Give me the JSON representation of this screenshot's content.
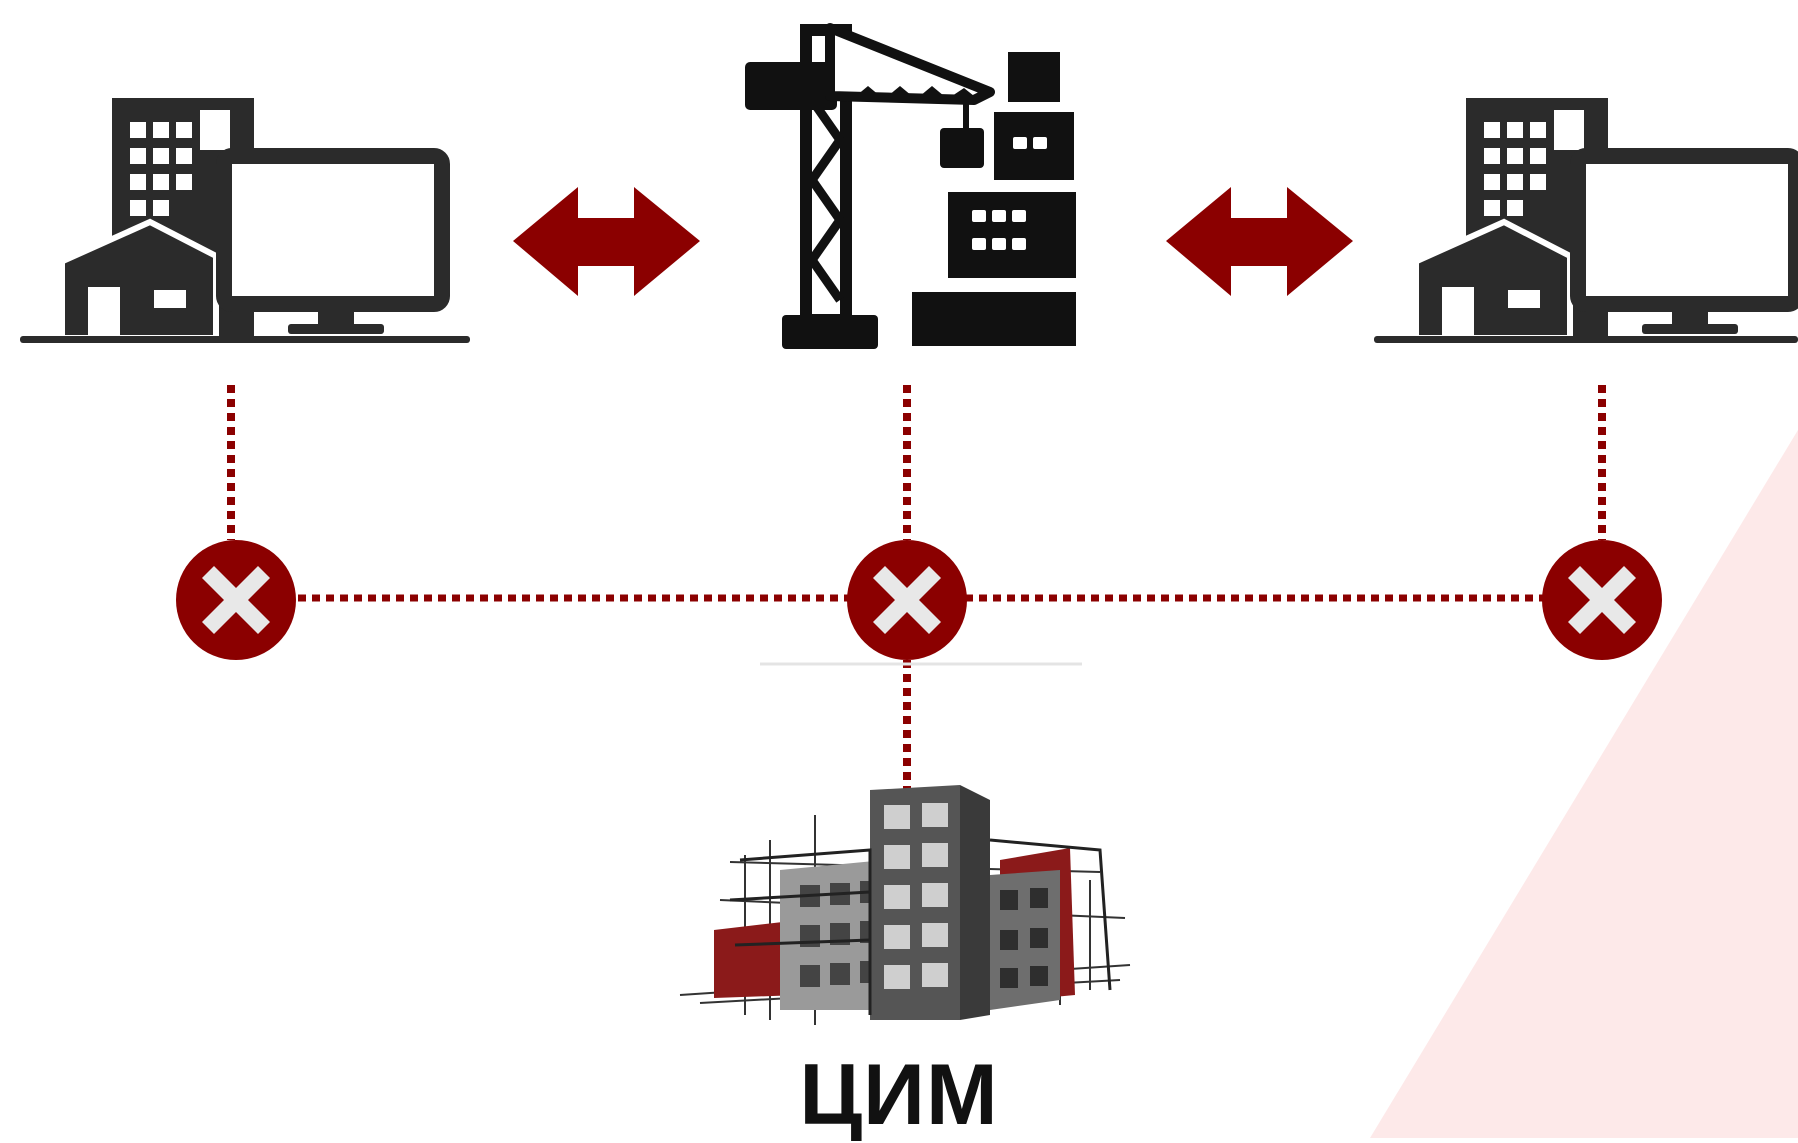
{
  "diagram": {
    "label": "ЦИМ",
    "nodes": [
      {
        "id": "office-left",
        "icon": "office-computer-icon"
      },
      {
        "id": "construction-site",
        "icon": "crane-construction-icon"
      },
      {
        "id": "office-right",
        "icon": "office-computer-icon"
      },
      {
        "id": "digital-model",
        "icon": "building-model-icon"
      }
    ],
    "connections": [
      {
        "from": "office-left",
        "to": "construction-site",
        "style": "double-arrow"
      },
      {
        "from": "construction-site",
        "to": "office-right",
        "style": "double-arrow"
      },
      {
        "from": "office-left",
        "to": "office-right",
        "style": "dotted",
        "blocked": true
      },
      {
        "from": "construction-site",
        "to": "digital-model",
        "style": "dotted"
      }
    ]
  },
  "colors": {
    "accent": "#8b0000",
    "icon": "#2b2b2b",
    "background_tint": "#fde9e9",
    "cross_fill": "#e8e8e8"
  }
}
